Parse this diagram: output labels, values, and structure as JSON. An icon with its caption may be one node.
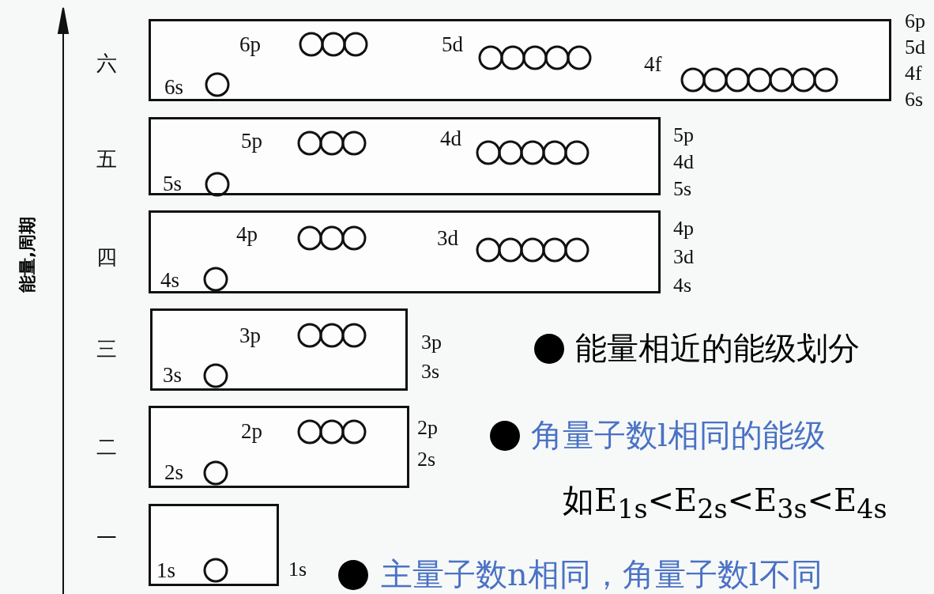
{
  "diagram": {
    "nodes": [
      {
        "text": [
          "6p",
          "5d",
          "4f",
          "6s"
        ],
        "beside": [
          "6p",
          "5d",
          "4f",
          "6s"
        ]
      },
      {
        "text": [
          "5p",
          "4d",
          "5s"
        ],
        "beside": [
          "5p",
          "4d",
          "5s"
        ]
      },
      {
        "text": [
          "4p",
          "3d",
          "4s"
        ],
        "beside": [
          "4p",
          "3d",
          "4s"
        ]
      },
      {
        "text": [
          "3p",
          "3s"
        ],
        "beside": [
          "3p",
          "3s"
        ]
      },
      {
        "text": [
          "2p",
          "2s"
        ],
        "beside": [
          "2p",
          "2s"
        ]
      },
      {
        "text": [
          "1s"
        ],
        "beside": [
          "1s"
        ]
      }
    ],
    "edges": [],
    "labels": [
      "六",
      "五",
      "四",
      "能量,周期",
      "三",
      "二",
      "一",
      "能量相近的能级划分",
      "角量子数l相同的能级",
      "如E$_{1s}$<E$_{2s}$<E$_{3s}$<E$_{4s}$",
      "主量子数n相同，角量子数l不同"
    ]
  }
}
